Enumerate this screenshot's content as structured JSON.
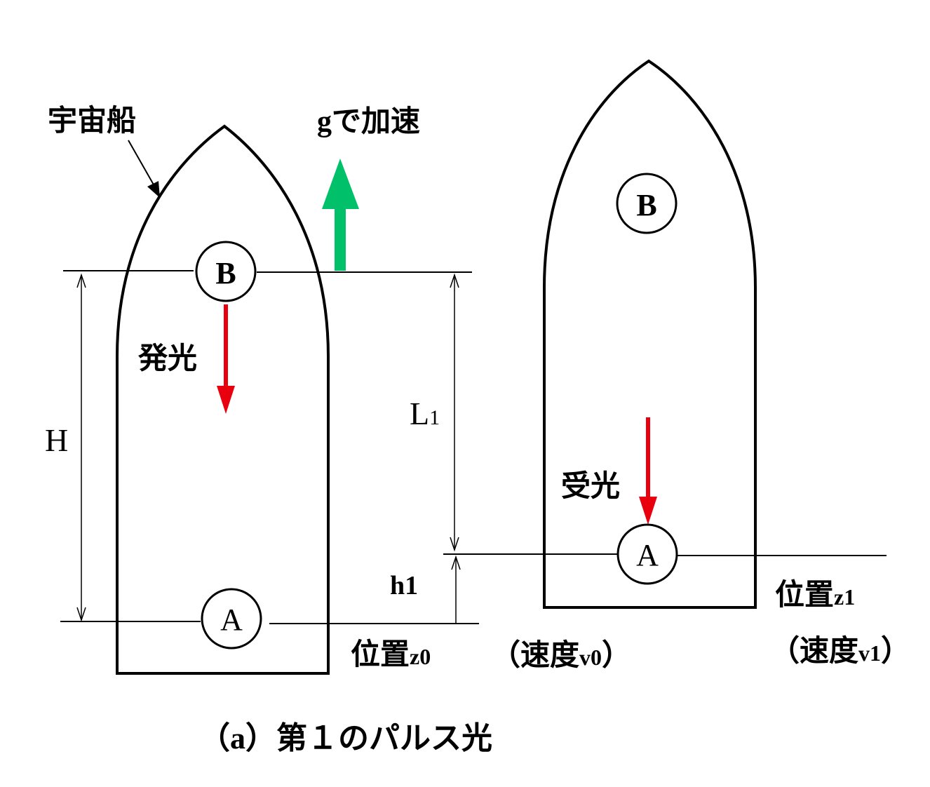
{
  "labels": {
    "spaceship": "宇宙船",
    "accelerate": "gで加速",
    "emit": "発光",
    "receive": "受光",
    "height": "H",
    "distance_main": "L",
    "distance_sub": "1",
    "h1_main": "h",
    "h1_sub": "1",
    "pos0_main": "位置",
    "pos0_sub": "z0",
    "vel0_open": "（速度",
    "vel0_sub": "v0",
    "vel0_close": "）",
    "pos1_main": "位置",
    "pos1_sub": "z1",
    "vel1_open": "（速度",
    "vel1_sub": "v1",
    "vel1_close": "）",
    "caption": "（a）第１のパルス光"
  },
  "points": {
    "left_b": "B",
    "left_a": "A",
    "right_b": "B",
    "right_a": "A"
  },
  "colors": {
    "accel_arrow": "#00c06a",
    "light_arrow": "#e8000e",
    "outline": "#000000"
  }
}
